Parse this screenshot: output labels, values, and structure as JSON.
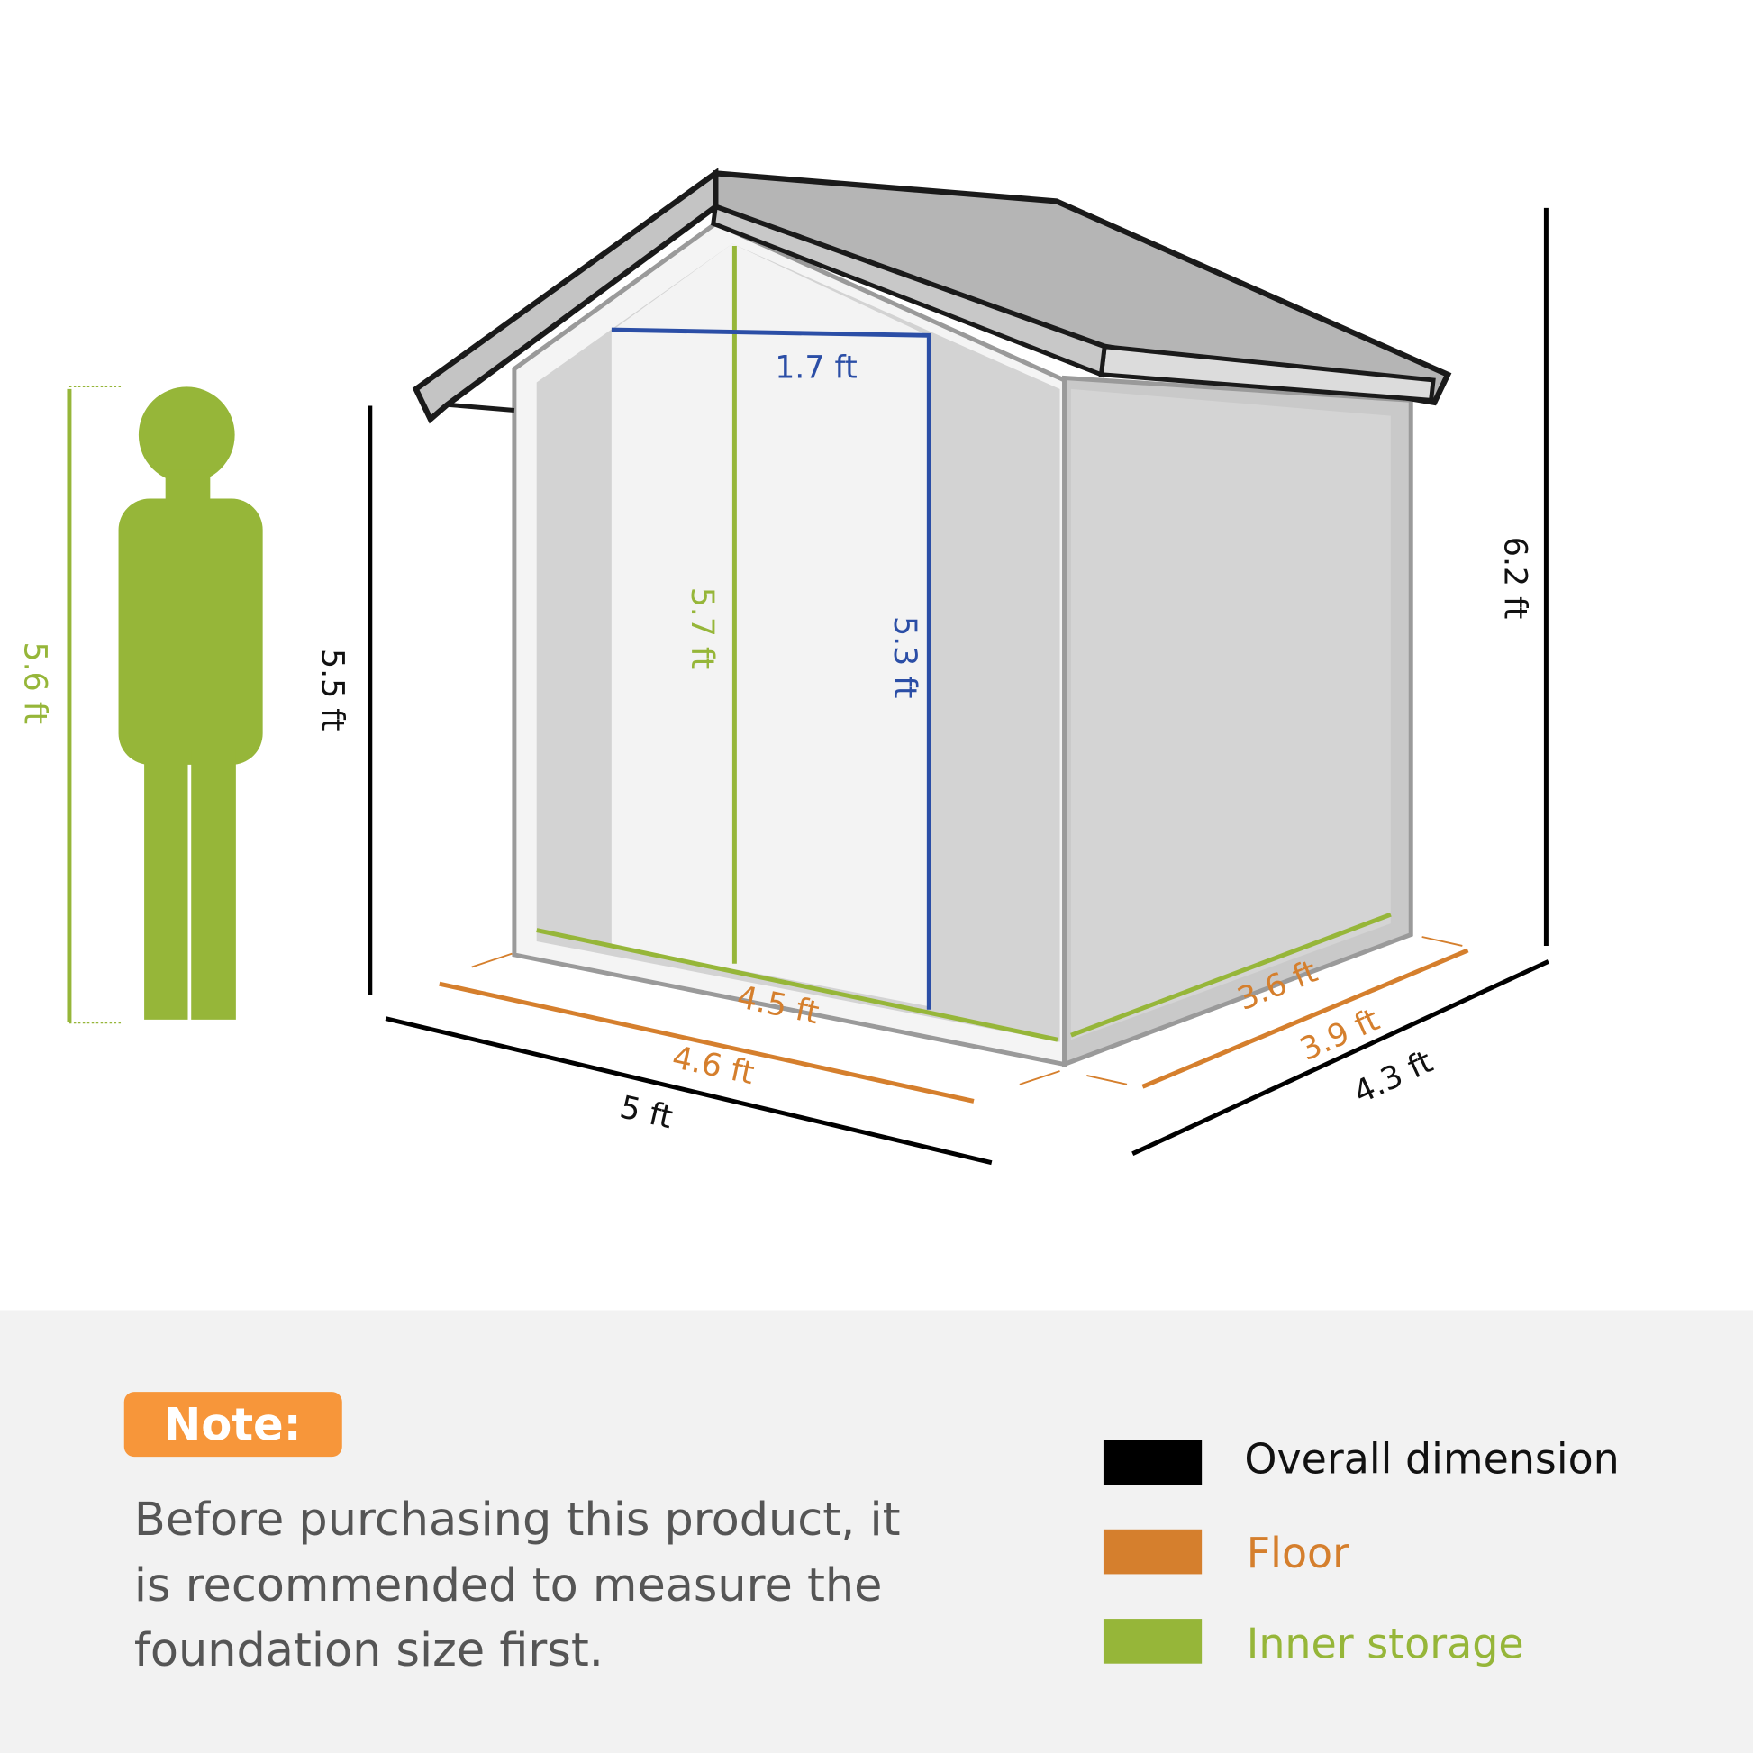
{
  "dimensions": {
    "person_height": "5.6 ft",
    "wall_height": "5.5 ft",
    "overall_height": "6.2 ft",
    "inner_peak_height": "5.7 ft",
    "door_height": "5.3 ft",
    "door_width": "1.7 ft",
    "inner_width": "4.5 ft",
    "floor_width": "4.6 ft",
    "overall_width": "5 ft",
    "inner_depth": "3.6 ft",
    "floor_depth": "3.9 ft",
    "overall_depth": "4.3 ft"
  },
  "note": {
    "badge": "Note:",
    "lines": [
      "Before purchasing this product, it",
      "is recommended to measure the",
      "foundation size first."
    ]
  },
  "legend": [
    {
      "label": "Overall dimension",
      "color": "#000000"
    },
    {
      "label": "Floor",
      "color": "#d57f2d"
    },
    {
      "label": "Inner storage",
      "color": "#96b639"
    }
  ],
  "colors": {
    "overall": "#000000",
    "floor": "#d57f2d",
    "inner": "#96b639",
    "door": "#2b4ea6",
    "note_badge": "#f7963a"
  }
}
